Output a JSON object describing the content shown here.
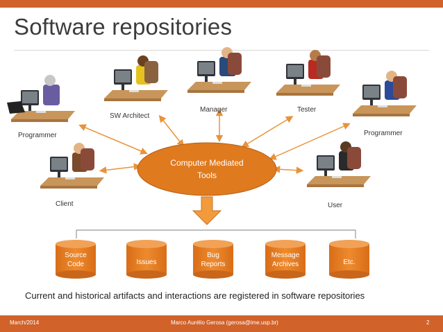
{
  "slide": {
    "title": "Software repositories",
    "caption": "Current and historical artifacts and interactions are registered in software repositories"
  },
  "center": {
    "line1": "Computer Mediated",
    "line2": "Tools"
  },
  "roles": {
    "programmer_left": "Programmer",
    "sw_architect": "SW Architect",
    "manager": "Manager",
    "tester": "Tester",
    "programmer_right": "Programmer",
    "client": "Client",
    "user": "User"
  },
  "repositories": [
    {
      "line1": "Source",
      "line2": "Code"
    },
    {
      "line1": "Issues",
      "line2": ""
    },
    {
      "line1": "Bug",
      "line2": "Reports"
    },
    {
      "line1": "Message",
      "line2": "Archives"
    },
    {
      "line1": "Etc.",
      "line2": ""
    }
  ],
  "footer": {
    "date": "March/2014",
    "author": "Marco Aurélio Gerosa (gerosa@ime.usp.br)",
    "page": "2"
  },
  "colors": {
    "accent": "#d0622a",
    "node_fill": "#e07a1f",
    "arrow": "#e8923a"
  }
}
